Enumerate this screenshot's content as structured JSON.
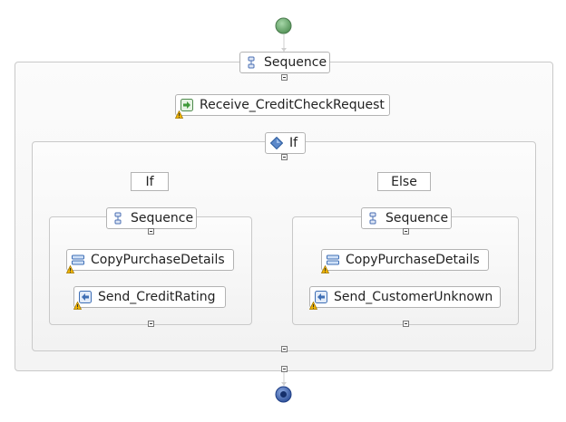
{
  "process": {
    "outer_sequence": {
      "label": "Sequence"
    },
    "receive": {
      "label": "Receive_CreditCheckRequest",
      "icon": "receive-icon",
      "warning": true
    },
    "if_block": {
      "label": "If",
      "icon": "if-diamond-icon"
    },
    "branches": {
      "if": {
        "label": "If",
        "sequence": {
          "label": "Sequence"
        },
        "assign": {
          "label": "CopyPurchaseDetails",
          "icon": "assign-icon",
          "warning": true
        },
        "reply": {
          "label": "Send_CreditRating",
          "icon": "reply-icon",
          "warning": true
        }
      },
      "else": {
        "label": "Else",
        "sequence": {
          "label": "Sequence"
        },
        "assign": {
          "label": "CopyPurchaseDetails",
          "icon": "assign-icon",
          "warning": true
        },
        "reply": {
          "label": "Send_CustomerUnknown",
          "icon": "reply-icon",
          "warning": true
        }
      }
    }
  },
  "colors": {
    "start": "#5e9e62",
    "end": "#1f3f85",
    "connector": "#cfcfcf",
    "border": "#b3b3b3",
    "warning": "#f0b400"
  }
}
